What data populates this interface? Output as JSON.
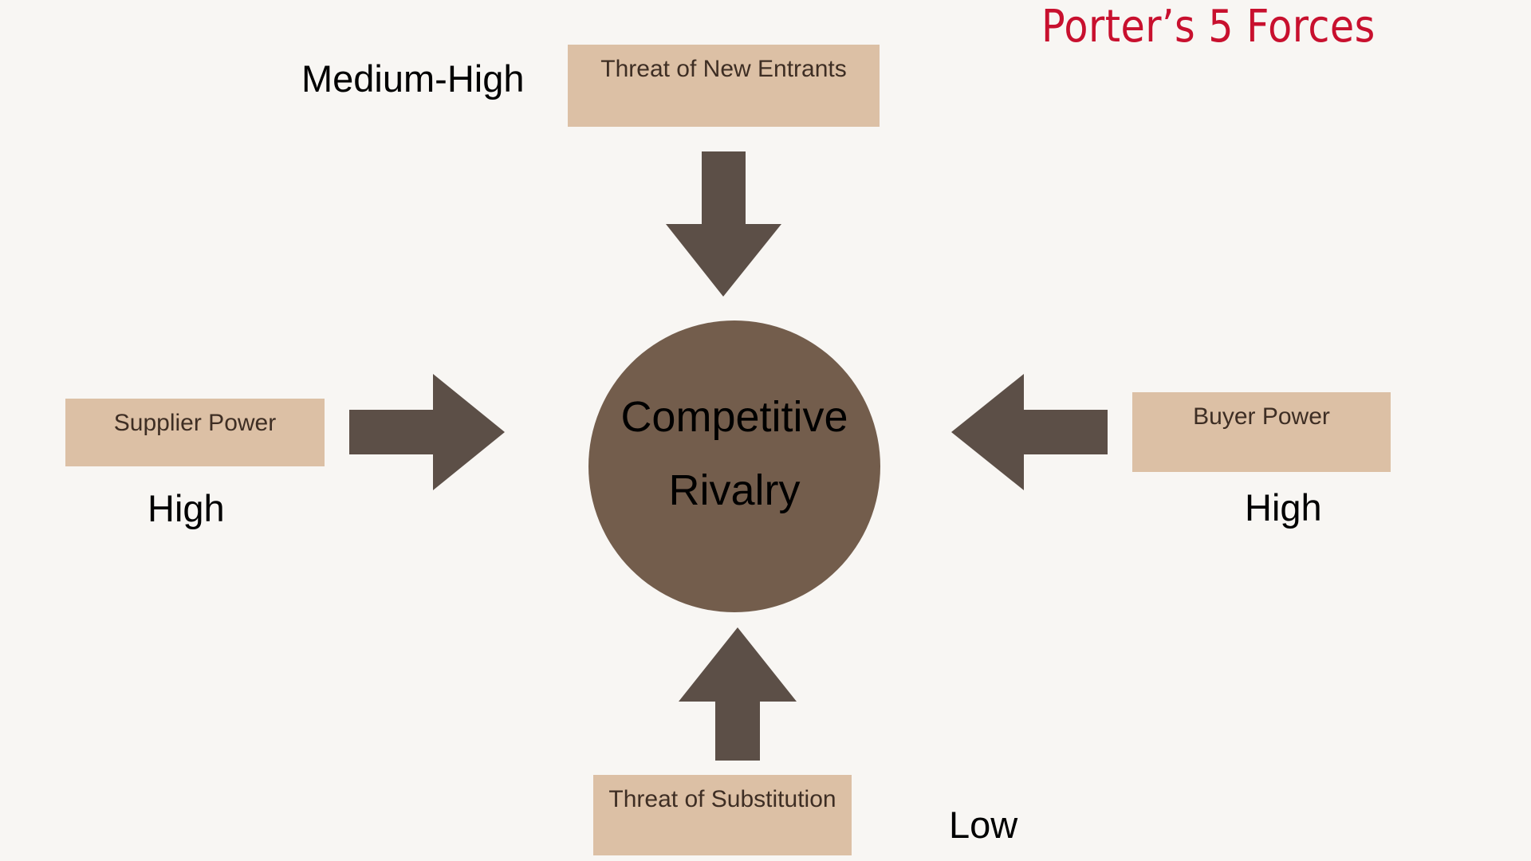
{
  "title": "Porter’s 5 Forces",
  "colors": {
    "background": "#f8f6f3",
    "title": "#c8102e",
    "box_fill": "#dcc0a5",
    "box_text": "#3e2e24",
    "arrow": "#5c4f47",
    "center_circle": "#735d4c"
  },
  "center": {
    "line1": "Competitive",
    "line2": "Rivalry"
  },
  "forces": {
    "new_entrants": {
      "label": "Threat of New Entrants",
      "rating": "Medium-High"
    },
    "supplier_power": {
      "label": "Supplier Power",
      "rating": "High"
    },
    "buyer_power": {
      "label": "Buyer Power",
      "rating": "High"
    },
    "substitution": {
      "label": "Threat of Substitution",
      "rating": "Low"
    }
  }
}
